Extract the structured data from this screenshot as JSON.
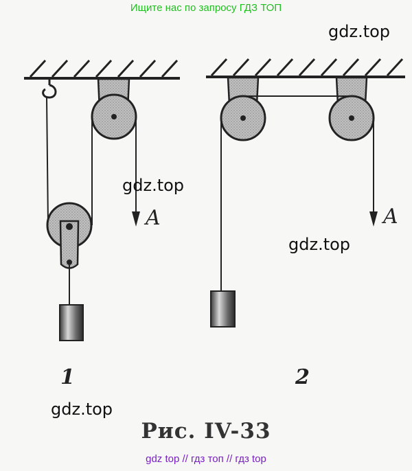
{
  "banner": {
    "text": "Ищите нас по запросу ГДЗ ТОП",
    "color": "#1fbf1f"
  },
  "watermarks": [
    "gdz.top",
    "gdz.top",
    "gdz.top",
    "gdz.top"
  ],
  "figure": {
    "label_1": "1",
    "label_2": "2",
    "arrow_label_1": "A",
    "arrow_label_2": "A",
    "caption": "Рис. IV-33"
  },
  "footer": {
    "text": "gdz top  //  гдз топ  //  гдз top",
    "color": "#7a1fc4"
  }
}
